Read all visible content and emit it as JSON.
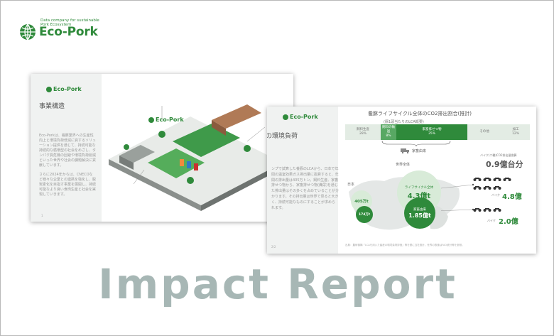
{
  "brand": {
    "tagline_line1": "Data company for sustainable",
    "tagline_line2": "Pork Ecosystem",
    "name": "Eco-Pork"
  },
  "slide1": {
    "logo": "Eco-Pork",
    "title": "事業構造",
    "body": "Eco-Porkは、養豚業界への生産性向上と環境負荷低減に資するソリューション提供を通じて、持続可能な持続的な循環型の社会をめざし、タンパク質危機の回避や環境負荷削減といった世界や社会の課題解決に貢献しています。",
    "body2": "さらに2024年からは、CNECOなど様々な企業との連携を強化し、脱炭素化を目指す事業を展開し、持続可能なより良い食肉生産と社会を実現していきます。",
    "page_number": "1",
    "diagram_logo": "Eco-Pork"
  },
  "slide2": {
    "logo": "Eco-Pork",
    "title": "の環境負荷",
    "chart_title": "養豚ライフサイクル全体のCO2排出割合(推計)",
    "chart_subtitle": "(豚1頭当たりのLCA概要)",
    "bar_segments": [
      {
        "label": "飼料生産",
        "value": "28%"
      },
      {
        "label": "飼料の輸送",
        "value": "8%"
      },
      {
        "label": "家畜排せつ物",
        "value": "35%"
      },
      {
        "label": "その他",
        "value": ""
      },
      {
        "label": "加工",
        "value": "12%"
      }
    ],
    "bar_caption": "家畜由来",
    "world_label": "世界全体",
    "big_bubble_label": "ライフサイクル全体",
    "big_bubble_value": "4.3億t",
    "small_bubble_label": "家畜由来",
    "small_bubble_value": "1.85億t",
    "japan_label": "日本",
    "japan_value": "405万t",
    "japan_sub_value": "174万t",
    "moto_top_label": "バイク(二輪)CO2排出量換算",
    "moto_top_value": "0.9億台分",
    "moto_mid_label": "バイク",
    "moto_mid_value": "4.8億",
    "moto_bottom_label": "バイク",
    "moto_bottom_value": "2.0億",
    "body": "ンプで試算した養豚のLCAから、日本で年間の温室効果ガス排出量に換算すると、年間の排出量は405万トン。飼料生産、家畜排せつ物から、家畜排せつ物(糞尿)を通じた排出量はその多くを占めていることが分かります。その排出量は世界で見ると大きく、持続可能なものにすることが求められます。",
    "page_number": "2/2",
    "footnote": "出典：農研機構「LCAを用いた畜産の環境負荷評価」等を基に当社推計。世界の数値はFAO統計等を参照。"
  },
  "headline": "Impact Report",
  "colors": {
    "brand_green": "#2f8a3b",
    "headline_gray": "#a7b7b5"
  }
}
